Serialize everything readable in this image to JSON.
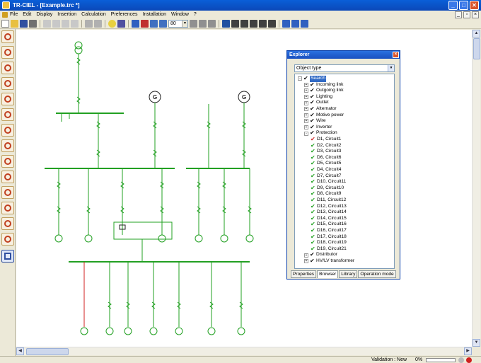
{
  "window": {
    "title": "TR-CIEL - [Example.trc *]",
    "buttons": [
      "_",
      "□",
      "✕"
    ]
  },
  "menu": [
    "File",
    "Edit",
    "Display",
    "Insertion",
    "Calculation",
    "Preferences",
    "Installation",
    "Window",
    "?"
  ],
  "toolbar": {
    "zoom": "80"
  },
  "explorer": {
    "title": "Explorer",
    "object_type": "Object type",
    "tree": [
      {
        "label": "Search",
        "level": 0,
        "expand": "-",
        "check": "black",
        "selected": true
      },
      {
        "label": "Incoming link",
        "level": 1,
        "expand": "+",
        "check": "black"
      },
      {
        "label": "Outgoing link",
        "level": 1,
        "expand": "+",
        "check": "black"
      },
      {
        "label": "Lighting",
        "level": 1,
        "expand": "+",
        "check": "black"
      },
      {
        "label": "Outlet",
        "level": 1,
        "expand": "+",
        "check": "black"
      },
      {
        "label": "Alternator",
        "level": 1,
        "expand": "+",
        "check": "black"
      },
      {
        "label": "Motive power",
        "level": 1,
        "expand": "+",
        "check": "black"
      },
      {
        "label": "Wire",
        "level": 1,
        "expand": "+",
        "check": "black"
      },
      {
        "label": "Inverter",
        "level": 1,
        "expand": "+",
        "check": "black"
      },
      {
        "label": "Protection",
        "level": 1,
        "expand": "-",
        "check": "black"
      },
      {
        "label": "D1, Circuit1",
        "level": 2,
        "check": "red"
      },
      {
        "label": "D2, Circuit2",
        "level": 2,
        "check": "green"
      },
      {
        "label": "D3, Circuit3",
        "level": 2,
        "check": "green"
      },
      {
        "label": "D6, Circuit6",
        "level": 2,
        "check": "green"
      },
      {
        "label": "D5, Circuit5",
        "level": 2,
        "check": "green"
      },
      {
        "label": "D4, Circuit4",
        "level": 2,
        "check": "green"
      },
      {
        "label": "D7, Circuit7",
        "level": 2,
        "check": "green"
      },
      {
        "label": "D10, Circuit11",
        "level": 2,
        "check": "green"
      },
      {
        "label": "D9, Circuit10",
        "level": 2,
        "check": "green"
      },
      {
        "label": "D8, Circuit9",
        "level": 2,
        "check": "green"
      },
      {
        "label": "D11, Circuit12",
        "level": 2,
        "check": "green"
      },
      {
        "label": "D12, Circuit13",
        "level": 2,
        "check": "green"
      },
      {
        "label": "D13, Circuit14",
        "level": 2,
        "check": "green"
      },
      {
        "label": "D14, Circuit15",
        "level": 2,
        "check": "green"
      },
      {
        "label": "D15, Circuit16",
        "level": 2,
        "check": "green"
      },
      {
        "label": "D16, Circuit17",
        "level": 2,
        "check": "green"
      },
      {
        "label": "D17, Circuit18",
        "level": 2,
        "check": "green"
      },
      {
        "label": "D18, Circuit19",
        "level": 2,
        "check": "green"
      },
      {
        "label": "D19, Circuit21",
        "level": 2,
        "check": "green"
      },
      {
        "label": "Distributor",
        "level": 1,
        "expand": "+",
        "check": "black"
      },
      {
        "label": "HV/LV transformer",
        "level": 1,
        "expand": "+",
        "check": "black"
      }
    ],
    "tabs": [
      "Properties",
      "Browser",
      "Library",
      "Operation mode"
    ],
    "active_tab": "Browser"
  },
  "status": {
    "validation": "Validation : New",
    "percent": "0%"
  },
  "colors": {
    "bus": "#22a022",
    "breaker_red": "#d02020",
    "protection_green": "#20a020",
    "titlebar": "#0a5fd8"
  }
}
